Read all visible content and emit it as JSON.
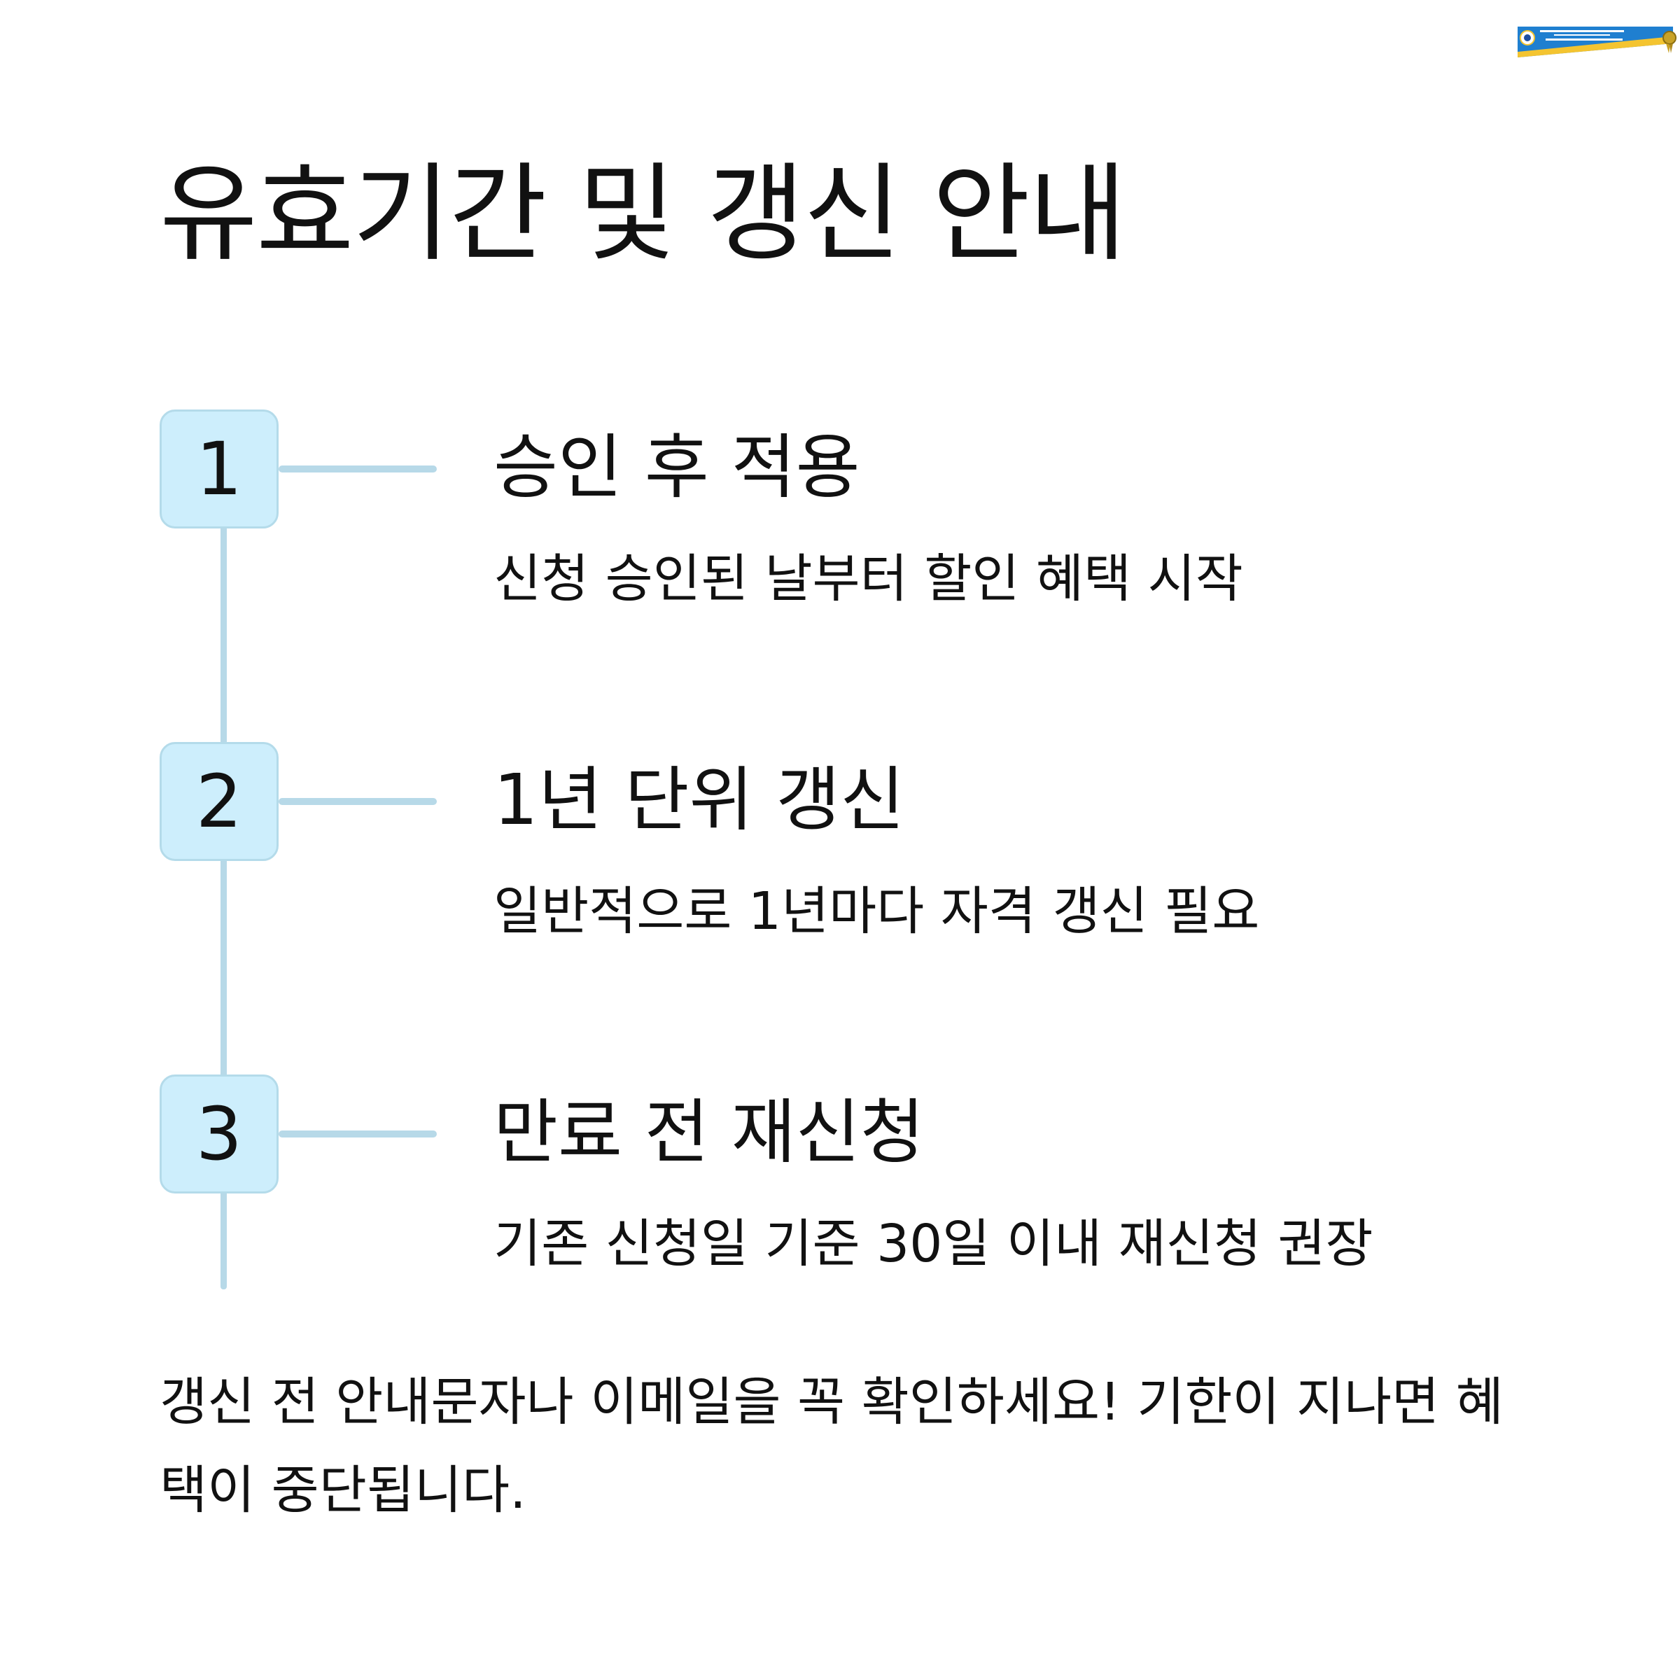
{
  "title": "유효기간 및 갱신 안내",
  "steps": [
    {
      "number": "1",
      "title": "승인 후 적용",
      "description": "신청 승인된 날부터 할인 혜택 시작"
    },
    {
      "number": "2",
      "title": "1년 단위 갱신",
      "description": "일반적으로 1년마다 자격 갱신 필요"
    },
    {
      "number": "3",
      "title": "만료 전 재신청",
      "description": "기존 신청일 기준 30일 이내 재신청 권장"
    }
  ],
  "footer": {
    "text": "갱신 전 안내문자나 이메일을 꼭 확인하세요! 기한이 지나면 혜택이 중단됩니다."
  },
  "colors": {
    "badge_fill": "#cdeefc",
    "badge_border": "#b4dbea",
    "timeline": "#b7d9e8",
    "text": "#111111"
  },
  "icons": {
    "logo": "institution-banner-logo"
  }
}
